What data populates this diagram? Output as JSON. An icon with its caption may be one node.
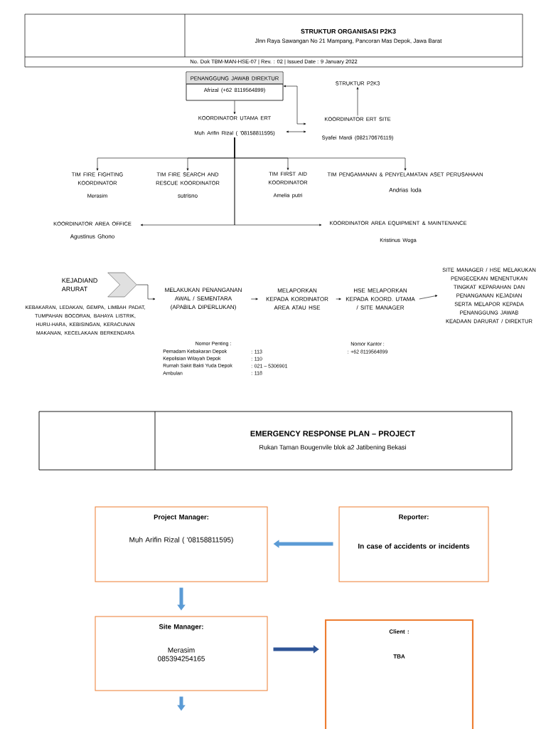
{
  "diagram": {
    "title": "STRUKTUR ORGANISASI P2K3",
    "nodes": [
      {
        "text": [
          "PENANGGUNG JAWAB DIREKTUR",
          "Afrizal (+62 8119564899)"
        ]
      },
      {
        "text": [
          "KOORDINATOR UTAMA ERT",
          "Muh Arifin Rizal ( '08158811595)"
        ]
      },
      {
        "text": [
          "STRUKTUR P2K3"
        ]
      },
      {
        "text": [
          "KOORDINATOR ERT SITE",
          "Syafei Mardi (082170676119)"
        ]
      },
      {
        "text": [
          "TIM FIRE FIGHTING KOORDINATOR",
          "Merasim"
        ]
      },
      {
        "text": [
          "TIM FIRE SEARCH AND RESCUE KOORDINATOR",
          "sutrisno"
        ]
      },
      {
        "text": [
          "TIM FIRST AID KOORDINATOR",
          "Amelia putri"
        ]
      },
      {
        "text": [
          "TIM PENGAMANAN & PENYELAMATAN ASET PERUSAHAAN",
          "Andrias loda"
        ]
      },
      {
        "text": [
          "KOORDINATOR AREA OFFICE",
          "Agustinus Ghono"
        ]
      },
      {
        "text": [
          "KOORDINATOR AREA EQUIPMENT & MAINTENANCE",
          "Kristinus Woga"
        ]
      },
      {
        "text": [],
        "shape": "chevron",
        "beside": [
          "KEJADIAND ARURAT"
        ]
      },
      {
        "text": [
          "MELAKUKAN PENANGANAN AWAL / SEMENTARA (APABILA DIPERLUKAN)"
        ]
      },
      {
        "text": [
          "MELAPORKAN KEPADA KORDINATOR AREA ATAU HSE"
        ]
      },
      {
        "text": [
          "HSE MELAPORKAN KEPADA KOORD. UTAMA / SITE MANAGER"
        ]
      },
      {
        "text": [
          "SITE MANAGER / HSE MELAKUKAN PENGECEKAN MENENTUKAN TINGKAT KEPARAHAN DAN PENANGANAN KEJADIAN SERTA MELAPOR KEPADA PENANGGUNG JAWAB KEADAAN DARURAT / DIREKTUR"
        ]
      },
      {
        "text": [
          "Project Manager:",
          "Muh Arifin Rizal ( '08158811595)"
        ]
      },
      {
        "text": [
          "Reporter:",
          "In case of accidents or incidents"
        ]
      },
      {
        "text": [
          "Site Manager:",
          "Merasim 085394254165"
        ]
      },
      {
        "text": [
          "Client :",
          "TBA"
        ]
      }
    ],
    "edges": [
      {
        "from": 0,
        "to": 1,
        "arrow": "to"
      },
      {
        "from": 0,
        "to": 3,
        "arrow": "both"
      },
      {
        "from": 1,
        "to": 3,
        "arrow": "both"
      },
      {
        "from": 3,
        "to": 2,
        "arrow": "to"
      },
      {
        "from": 1,
        "to": 4,
        "arrow": "to"
      },
      {
        "from": 1,
        "to": 5,
        "arrow": "to"
      },
      {
        "from": 1,
        "to": 6,
        "arrow": "to"
      },
      {
        "from": 1,
        "to": 7,
        "arrow": "to"
      },
      {
        "from": 1,
        "to": 8,
        "arrow": "to"
      },
      {
        "from": 1,
        "to": 9,
        "arrow": "to"
      },
      {
        "from": 10,
        "to": 11,
        "arrow": "to"
      },
      {
        "from": 11,
        "to": 12,
        "arrow": "to"
      },
      {
        "from": 12,
        "to": 13,
        "arrow": "to"
      },
      {
        "from": 13,
        "to": 14,
        "arrow": "to"
      },
      {
        "from": 16,
        "to": 15,
        "arrow": "to",
        "style": "thick",
        "color": "#5b9bd5"
      },
      {
        "from": 15,
        "to": 17,
        "arrow": "to",
        "style": "thick",
        "color": "#5b9bd5"
      },
      {
        "from": 17,
        "to": 18,
        "arrow": "to",
        "style": "thick",
        "color": "#2f5597"
      },
      {
        "from": 17,
        "to": null,
        "arrow": "to",
        "style": "thick",
        "color": "#5b9bd5"
      }
    ],
    "labels": [
      "Jlnn Raya Sawangan No 21 Mampang, Pancoran Mas Depok, Jawa Barat",
      "No. Dok TBM-MAN-HSE-07 | Rev. : 02 | Issued Date : 9 January 2022",
      "KEBAKARAN, LEDAKAN, GEMPA, LIMBAH PADAT, TUMPAHAN BOCORAN, BAHAYA LISTRIK, HURU-HARA, KEBISINGAN, KERACUNAN MAKANAN, KECELAKAAN BERKENDARA",
      "Nomor Penting :",
      "Pemadam Kebakaran Depok",
      ": 113",
      "Kepolisian Wilayah Depok",
      ": 110",
      "Rumah Sakit Bakti Yuda Depok",
      ": 021 – 5306901",
      "Ambulan",
      ": 118",
      "Nomor Kantor :",
      ": +62 8119564899",
      "EMERGENCY RESPONSE PLAN – PROJECT",
      "Rukan Taman Bougenvile blok a2 Jatibening Bekasi"
    ]
  }
}
